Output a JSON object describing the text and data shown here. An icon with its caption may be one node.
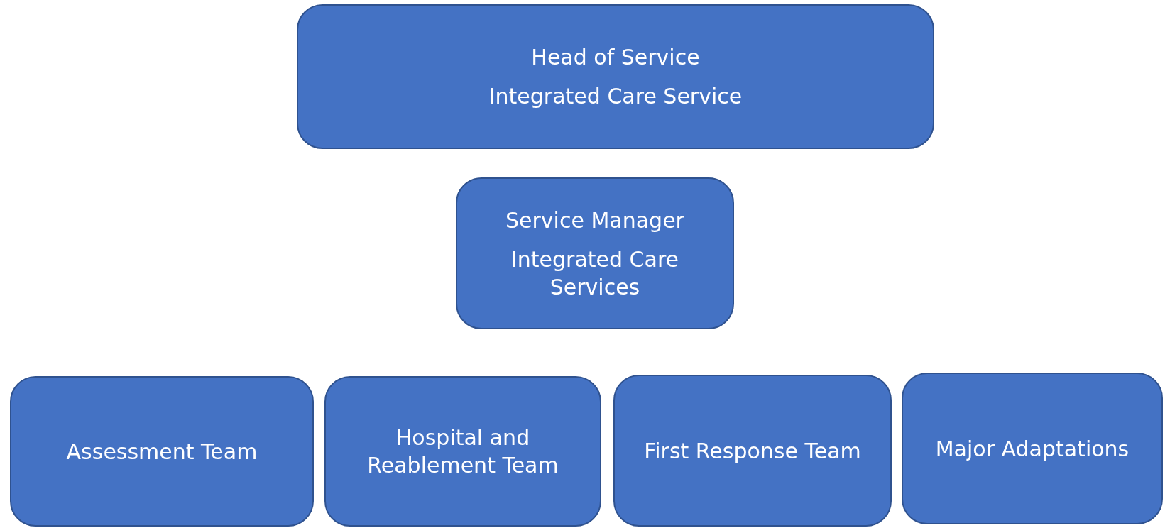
{
  "diagram": {
    "nodes": [
      {
        "text": [
          "Head of Service",
          "Integrated Care Service"
        ]
      },
      {
        "text": [
          "Service Manager",
          "Integrated Care Services"
        ]
      },
      {
        "text": [
          "Assessment Team"
        ]
      },
      {
        "text": [
          "Hospital and Reablement Team"
        ]
      },
      {
        "text": [
          "First Response Team"
        ]
      },
      {
        "text": [
          "Major Adaptations"
        ]
      }
    ]
  }
}
